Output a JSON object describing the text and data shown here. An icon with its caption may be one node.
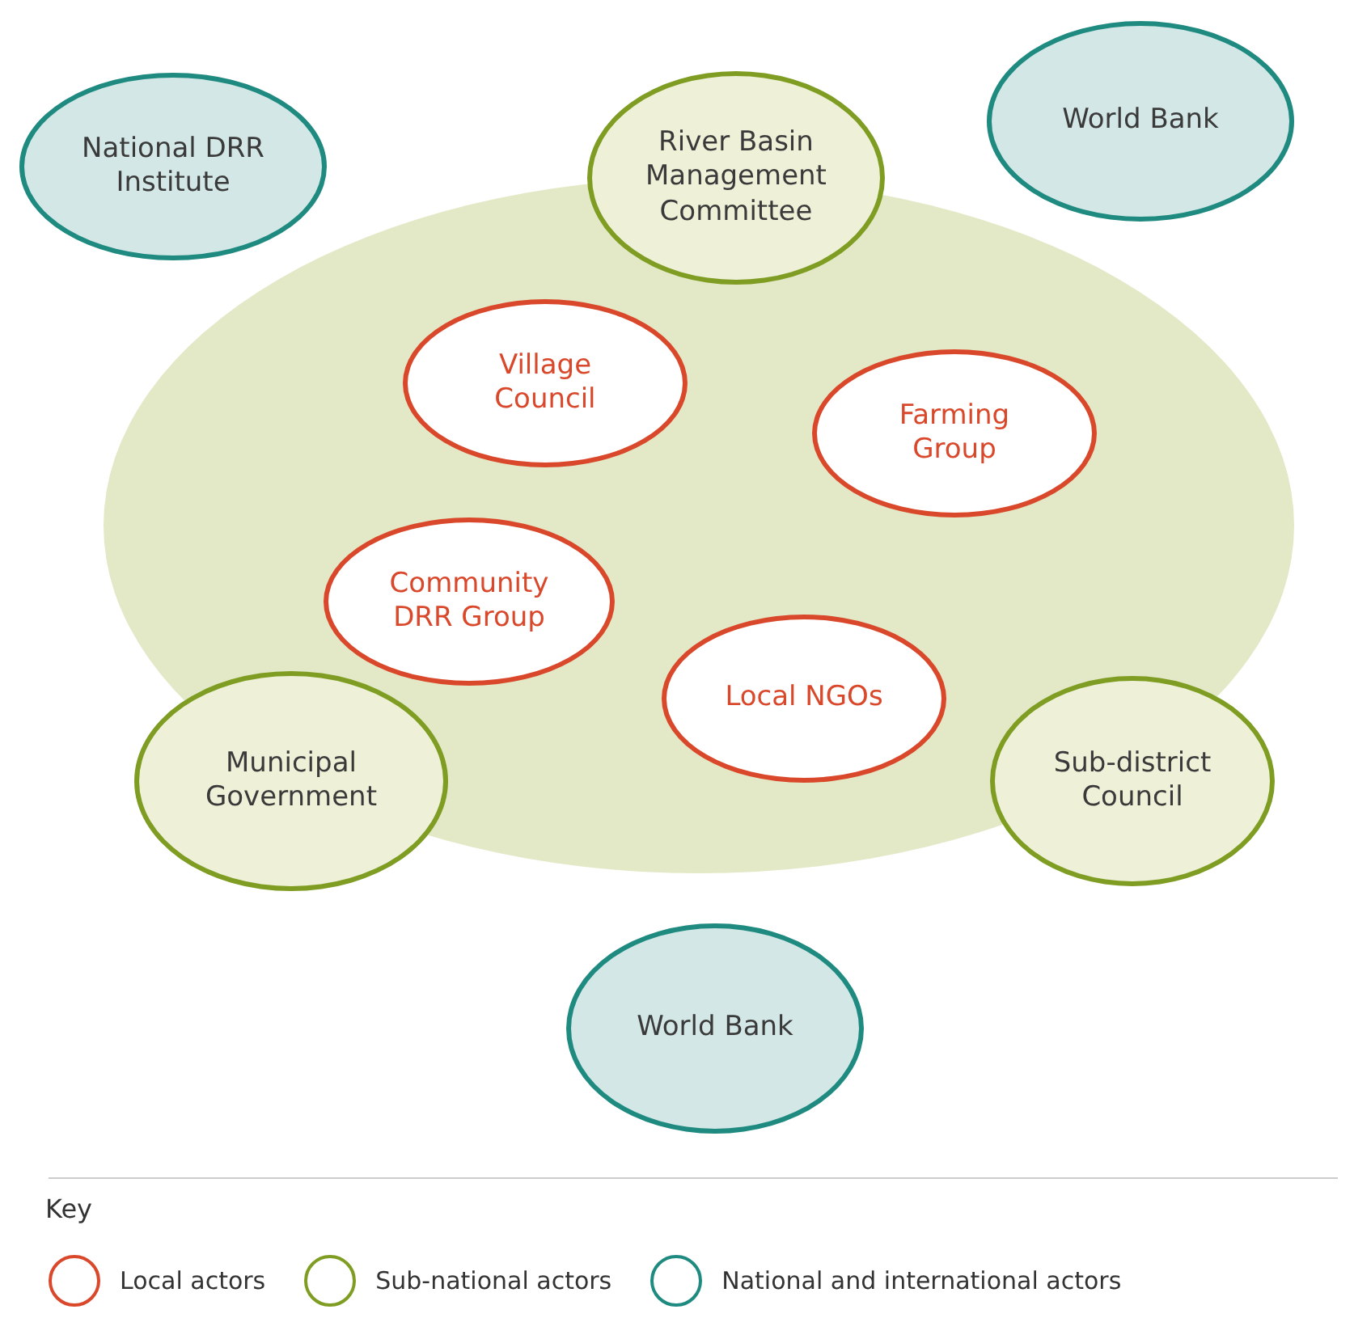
{
  "diagram": {
    "nodes": [
      {
        "text": [
          "National DRR Institute"
        ]
      },
      {
        "text": [
          "River Basin Management Committee"
        ]
      },
      {
        "text": [
          "World Bank"
        ]
      },
      {
        "text": [],
        "shape": "circle"
      },
      {
        "text": [
          "Village Council"
        ],
        "in": 3
      },
      {
        "text": [
          "Farming Group"
        ],
        "in": 3
      },
      {
        "text": [
          "Community DRR Group"
        ],
        "in": 3
      },
      {
        "text": [
          "Local NGOs"
        ],
        "in": 3
      },
      {
        "text": [
          "Municipal Government"
        ]
      },
      {
        "text": [
          "Sub-district Council"
        ]
      },
      {
        "text": [
          "World Bank"
        ]
      }
    ],
    "labels": [
      "Key"
    ],
    "legend": [
      {
        "text": "Local actors",
        "color": "#d9482b"
      },
      {
        "text": "Sub-national actors",
        "color": "#7f9d22"
      },
      {
        "text": "National and international actors",
        "color": "#1f8a80"
      }
    ]
  }
}
